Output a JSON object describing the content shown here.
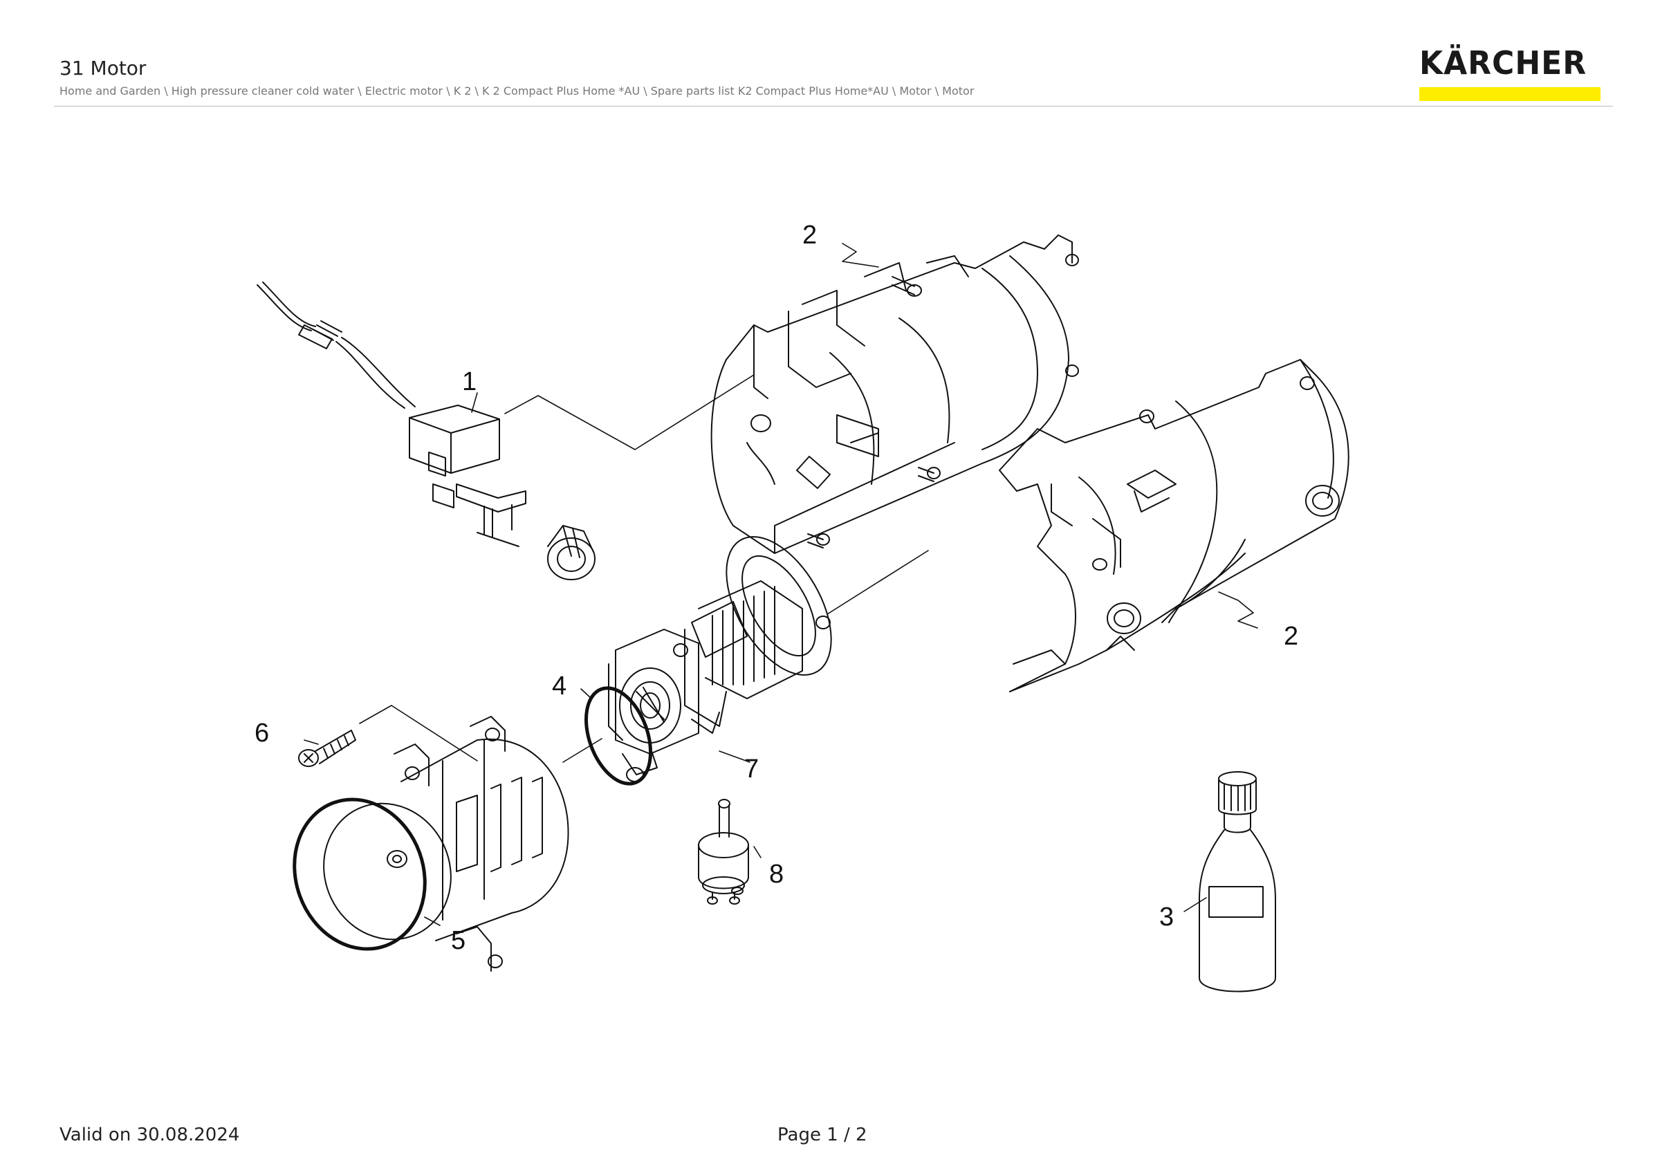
{
  "header": {
    "title": "31 Motor",
    "breadcrumb": "Home and Garden \\ High pressure cleaner cold water \\ Electric motor \\ K 2 \\ K 2 Compact Plus Home *AU \\ Spare parts list K2 Compact Plus Home*AU \\ Motor \\ Motor"
  },
  "logo": {
    "text": "KÄRCHER",
    "bar_color": "#ffed00"
  },
  "diagram": {
    "callouts": {
      "c1": "1",
      "c2a": "2",
      "c2b": "2",
      "c3": "3",
      "c4": "4",
      "c5": "5",
      "c6": "6",
      "c7": "7",
      "c8": "8"
    }
  },
  "footer": {
    "valid": "Valid on 30.08.2024",
    "page": "Page 1 / 2"
  }
}
